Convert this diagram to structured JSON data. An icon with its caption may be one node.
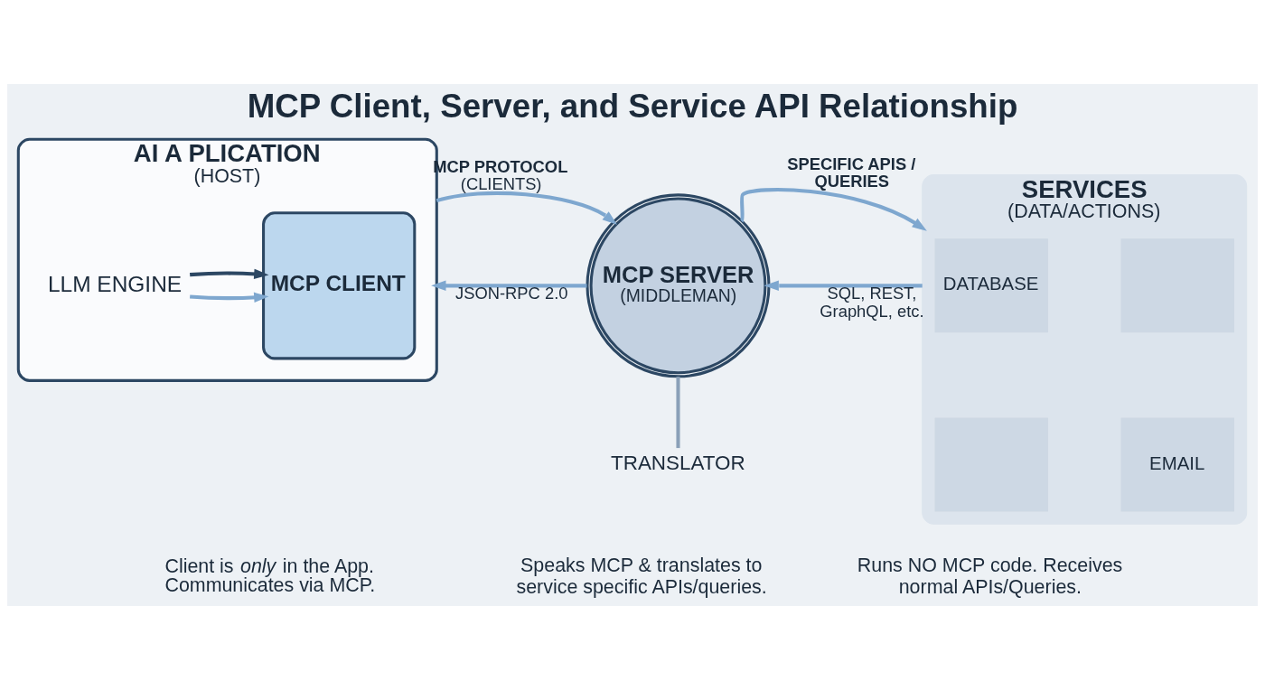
{
  "diagram": {
    "title": "MCP Client, Server, and Service API Relationship",
    "nodes": [
      {
        "text": [
          "AI A PLICATION",
          "(HOST)"
        ]
      },
      {
        "text": [
          "LLM ENGINE"
        ],
        "in": 0
      },
      {
        "text": [
          "MCP CLIENT"
        ],
        "in": 0
      },
      {
        "text": [
          "MCP SERVER",
          "(MIDDLEMAN)"
        ]
      },
      {
        "text": [
          "TRANSLATOR"
        ]
      },
      {
        "text": [
          "SERVICES",
          "(DATA/ACTIONS)"
        ]
      },
      {
        "text": [
          "DATABASE"
        ],
        "in": 5
      },
      {
        "text": [],
        "shape": "box",
        "in": 5
      },
      {
        "text": [],
        "shape": "box",
        "in": 5
      },
      {
        "text": [
          "EMAIL"
        ],
        "in": 5
      }
    ],
    "edges": [
      {
        "from": 1,
        "to": 2,
        "arrow": "to"
      },
      {
        "from": 1,
        "to": 2,
        "arrow": "to",
        "color": "#2c4763"
      },
      {
        "from": 0,
        "to": 3,
        "arrow": "to",
        "label": "**MCP PROTOCOL** (CLIENTS)"
      },
      {
        "from": 3,
        "to": 0,
        "arrow": "to",
        "label": "JSON-RPC 2.0"
      },
      {
        "from": 3,
        "to": 5,
        "arrow": "to",
        "label": "SPECIFIC APIS / QUERIES"
      },
      {
        "from": 5,
        "to": 3,
        "arrow": "to",
        "label": "SQL, REST, GraphQL, etc."
      },
      {
        "from": 3,
        "to": 4,
        "arrow": "none",
        "color": "#8aa0b8"
      }
    ],
    "labels": [
      "Client is *only* in the App. Communicates via MCP.",
      "Speaks MCP & translates to service specific APIs/queries.",
      "Runs NO MCP code. Receives normal APIs/Queries."
    ]
  }
}
